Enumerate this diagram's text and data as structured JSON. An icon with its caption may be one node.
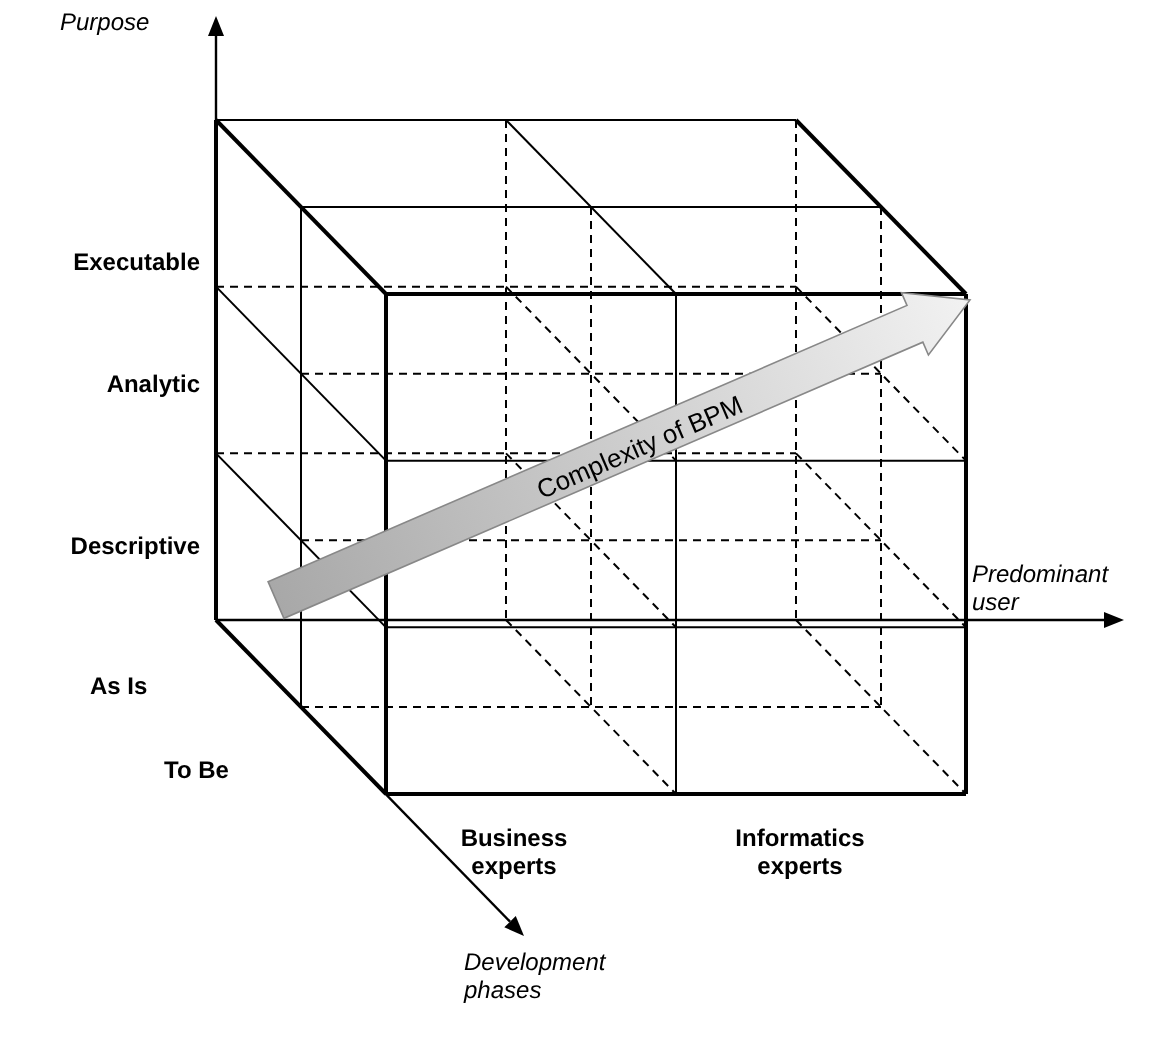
{
  "diagram": {
    "labels": [
      "Purpose",
      "Executable",
      "Analytic",
      "Descriptive",
      "Complexity of BPM",
      "Predominant user",
      "As Is",
      "To Be",
      "Business experts",
      "Informatics experts",
      "Development phases"
    ]
  }
}
